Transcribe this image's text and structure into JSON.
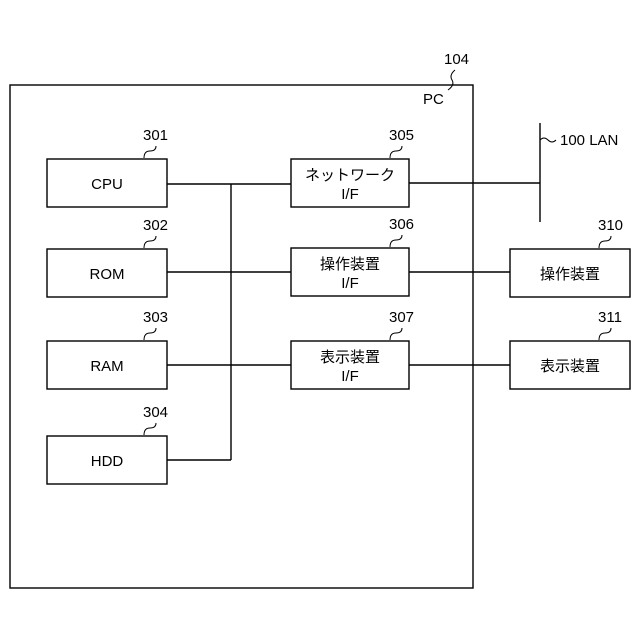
{
  "pc": {
    "ref": "104",
    "label": "PC"
  },
  "cpu": {
    "ref": "301",
    "label": "CPU"
  },
  "rom": {
    "ref": "302",
    "label": "ROM"
  },
  "ram": {
    "ref": "303",
    "label": "RAM"
  },
  "hdd": {
    "ref": "304",
    "label": "HDD"
  },
  "network_if": {
    "ref": "305",
    "line1": "ネットワーク",
    "line2": "I/F"
  },
  "operation_if": {
    "ref": "306",
    "line1": "操作装置",
    "line2": "I/F"
  },
  "display_if": {
    "ref": "307",
    "line1": "表示装置",
    "line2": "I/F"
  },
  "operation_device": {
    "ref": "310",
    "label": "操作装置"
  },
  "display_device": {
    "ref": "311",
    "label": "表示装置"
  },
  "lan": {
    "label": "100 LAN"
  }
}
